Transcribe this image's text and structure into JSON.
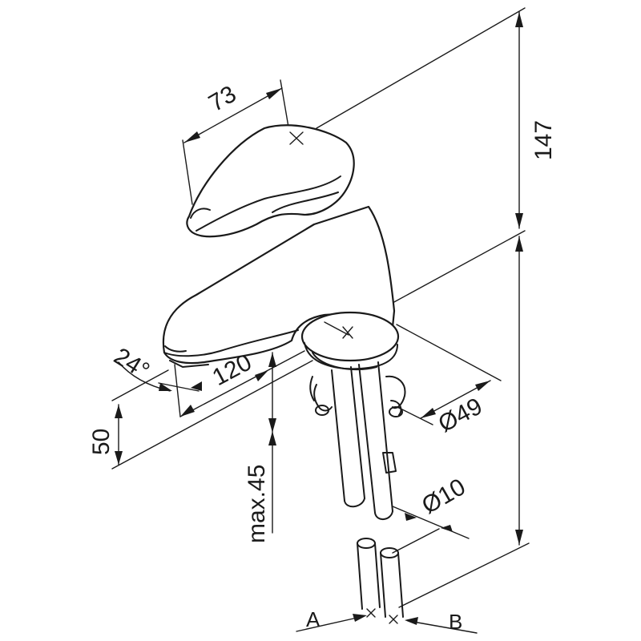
{
  "dimensions": {
    "lever_length": "73",
    "total_height": "147",
    "body_height": "",
    "spout_angle": "24°",
    "spout_reach": "120",
    "spout_height": "50",
    "max_deck_thickness": "max.45",
    "base_diameter": "Ø49",
    "pipe_diameter": "Ø10"
  },
  "connections": {
    "left": "A",
    "right": "B"
  }
}
